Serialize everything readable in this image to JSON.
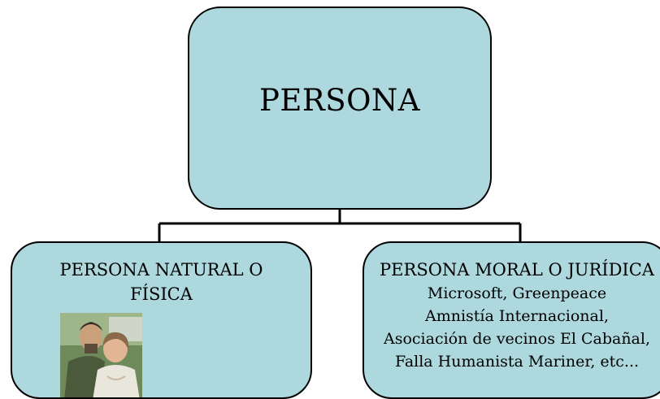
{
  "root": {
    "label": "PERSONA"
  },
  "natural": {
    "title_line1": "PERSONA NATURAL O",
    "title_line2": "FÍSICA",
    "photo_icon": "couple-photo-icon"
  },
  "moral": {
    "title": "PERSONA MORAL O JURÍDICA",
    "examples": [
      "Microsoft, Greenpeace",
      "Amnistía Internacional,",
      "Asociación de vecinos El Cabañal,",
      "Falla Humanista Mariner, etc..."
    ]
  },
  "colors": {
    "box_fill": "#acd8de",
    "stroke": "#000000"
  }
}
